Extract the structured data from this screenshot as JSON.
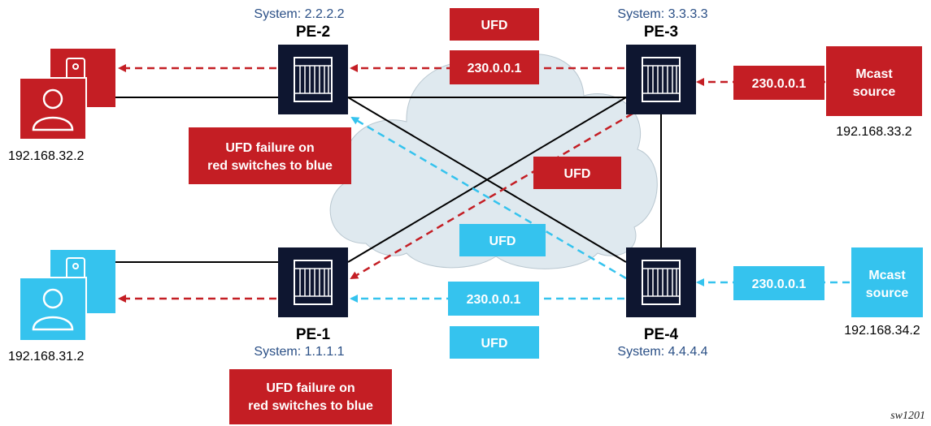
{
  "colors": {
    "red": "#c41e24",
    "blue": "#35c3ee",
    "router": "#0e1630",
    "cloud": "#dfe9ef",
    "system_text": "#2a4f86"
  },
  "routers": {
    "pe2": {
      "name": "PE-2",
      "system": "System: 2.2.2.2"
    },
    "pe3": {
      "name": "PE-3",
      "system": "System: 3.3.3.3"
    },
    "pe1": {
      "name": "PE-1",
      "system": "System: 1.1.1.1"
    },
    "pe4": {
      "name": "PE-4",
      "system": "System: 4.4.4.4"
    }
  },
  "hosts": {
    "receiver_red": {
      "ip": "192.168.32.2",
      "icon": "user-device-icon"
    },
    "receiver_blue": {
      "ip": "192.168.31.2",
      "icon": "user-device-icon"
    },
    "source_red": {
      "line1": "Mcast",
      "line2": "source",
      "ip": "192.168.33.2"
    },
    "source_blue": {
      "line1": "Mcast",
      "line2": "source",
      "ip": "192.168.34.2"
    }
  },
  "labels": {
    "ufd_top": "UFD",
    "group_top": "230.0.0.1",
    "group_right_red": "230.0.0.1",
    "ufd_mid_red": "UFD",
    "ufd_mid_blue": "UFD",
    "group_bottom": "230.0.0.1",
    "group_right_blue": "230.0.0.1",
    "ufd_bottom": "UFD",
    "failure_upper": {
      "line1": "UFD failure on",
      "line2": "red switches to blue"
    },
    "failure_lower": {
      "line1": "UFD failure on",
      "line2": "red switches to blue"
    }
  },
  "caption": "sw1201"
}
